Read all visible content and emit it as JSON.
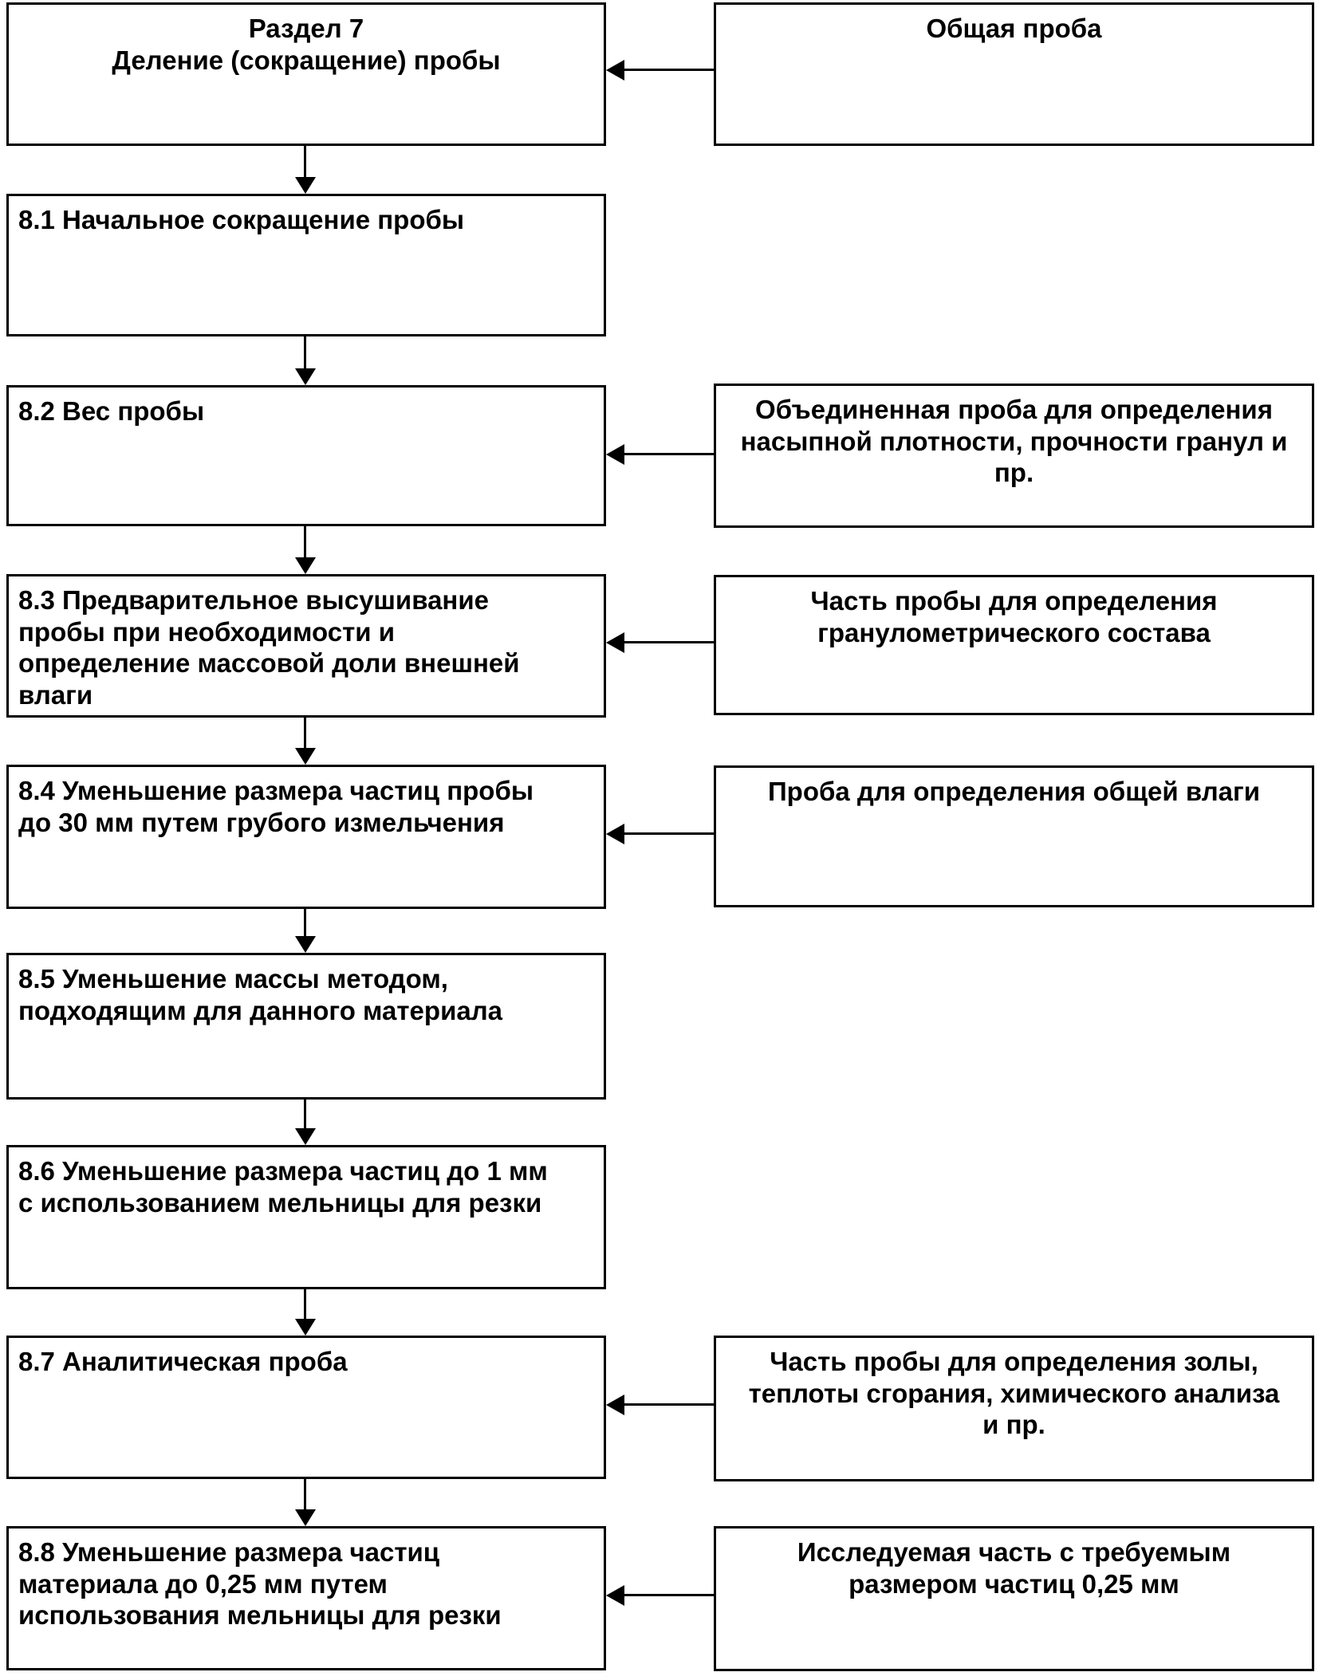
{
  "diagram": {
    "colors": {
      "line": "#000000",
      "background": "#ffffff",
      "text": "#000000"
    },
    "title_box": {
      "lines": [
        "Раздел 7",
        "Деление (сокращение) пробы"
      ]
    },
    "steps": [
      {
        "lines": [
          "8.1 Начальное сокращение пробы"
        ]
      },
      {
        "lines": [
          "8.2 Вес пробы"
        ]
      },
      {
        "lines": [
          "8.3 Предварительное высушивание",
          "пробы при необходимости и",
          "определение массовой доли внешней",
          "влаги"
        ]
      },
      {
        "lines": [
          "8.4 Уменьшение размера частиц пробы",
          "до 30 мм путем грубого измельчения"
        ]
      },
      {
        "lines": [
          "8.5 Уменьшение массы методом,",
          "подходящим для данного материала"
        ]
      },
      {
        "lines": [
          "8.6 Уменьшение размера частиц до 1 мм",
          "с использованием мельницы для резки"
        ]
      },
      {
        "lines": [
          "8.7 Аналитическая проба"
        ]
      },
      {
        "lines": [
          "8.8 Уменьшение размера частиц",
          "материала до 0,25 мм путем",
          "использования мельницы для резки"
        ]
      }
    ],
    "side_boxes": [
      {
        "lines": [
          "Общая проба"
        ]
      },
      {
        "lines": [
          "Объединенная проба для определения",
          "насыпной плотности, прочности гранул и",
          "пр."
        ]
      },
      {
        "lines": [
          "Часть пробы для определения",
          "гранулометрического состава"
        ]
      },
      {
        "lines": [
          "Проба для определения общей влаги"
        ]
      },
      {
        "lines": [
          "Часть пробы для определения золы,",
          "теплоты сгорания, химического анализа",
          "и пр."
        ]
      },
      {
        "lines": [
          "Исследуемая часть с требуемым",
          "размером частиц 0,25 мм"
        ]
      }
    ]
  }
}
